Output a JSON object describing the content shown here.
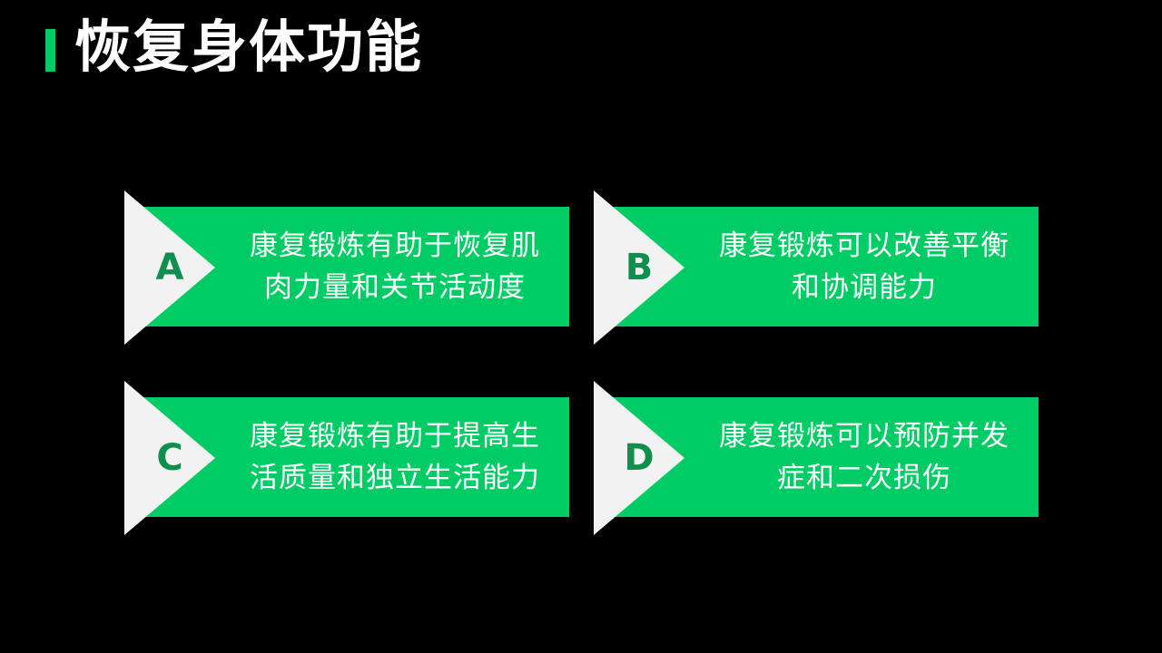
{
  "slide": {
    "title": "恢复身体功能",
    "accent_color": "#00cc66",
    "background_color": "#000000"
  },
  "cards": [
    {
      "letter": "A",
      "text": "康复锻炼有助于恢复肌\n肉力量和关节活动度"
    },
    {
      "letter": "B",
      "text": "康复锻炼可以改善平衡\n和协调能力"
    },
    {
      "letter": "C",
      "text": "康复锻炼有助于提高生\n活质量和独立生活能力"
    },
    {
      "letter": "D",
      "text": "康复锻炼可以预防并发\n症和二次损伤"
    }
  ]
}
